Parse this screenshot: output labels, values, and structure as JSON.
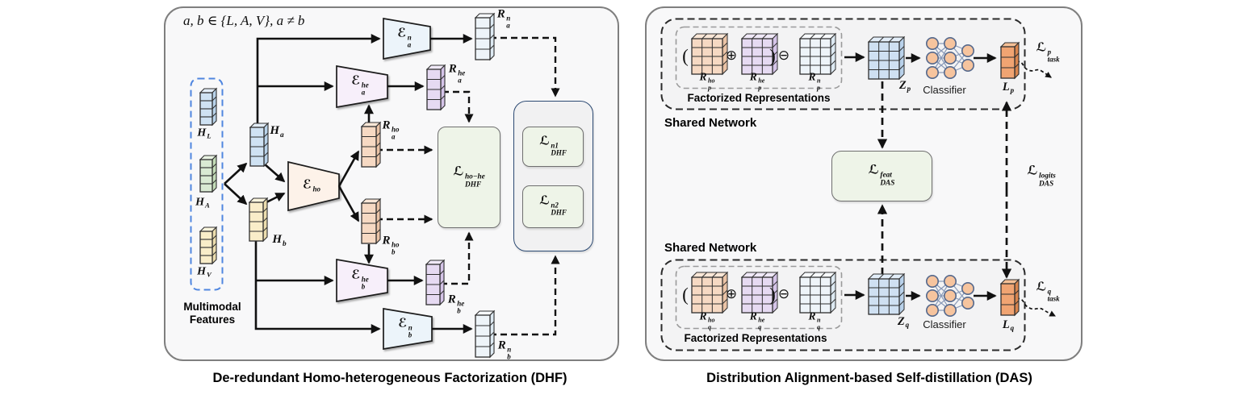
{
  "figure": {
    "dhf": {
      "caption": "De-redundant Homo-heterogeneous Factorization (DHF)",
      "formula": "a, b ∈ {L, A, V}, a ≠ b",
      "multimodal_line1": "Multimodal",
      "multimodal_line2": "Features"
    },
    "das": {
      "caption": "Distribution Alignment-based Self-distillation (DAS)",
      "shared_network": "Shared Network",
      "factorized": "Factorized Representations",
      "classifier": "Classifier",
      "paren_open": "(",
      "paren_close": ")",
      "oplus": "⊕",
      "ominus": "⊖"
    },
    "math": {
      "hL": {
        "base": "H",
        "sub": "L"
      },
      "hA": {
        "base": "H",
        "sub": "A"
      },
      "hV": {
        "base": "H",
        "sub": "V"
      },
      "ha": {
        "base": "H",
        "sub": "a"
      },
      "hb": {
        "base": "H",
        "sub": "b"
      },
      "ean": {
        "base": "ℰ",
        "sup": "n",
        "sub": "a"
      },
      "eahe": {
        "base": "ℰ",
        "sup": "he",
        "sub": "a"
      },
      "eho": {
        "base": "ℰ",
        "sup": "ho"
      },
      "ebhe": {
        "base": "ℰ",
        "sup": "he",
        "sub": "b"
      },
      "ebn": {
        "base": "ℰ",
        "sup": "n",
        "sub": "b"
      },
      "ran": {
        "base": "R",
        "sup": "n",
        "sub": "a"
      },
      "rahe": {
        "base": "R",
        "sup": "he",
        "sub": "a"
      },
      "raho": {
        "base": "R",
        "sup": "ho",
        "sub": "a"
      },
      "rbho": {
        "base": "R",
        "sup": "ho",
        "sub": "b"
      },
      "rbhe": {
        "base": "R",
        "sup": "he",
        "sub": "b"
      },
      "rbn": {
        "base": "R",
        "sup": "n",
        "sub": "b"
      },
      "ldhf_hohe": {
        "base": "ℒ",
        "sup": "ho−he",
        "sub": "DHF"
      },
      "ldhf_n1": {
        "base": "ℒ",
        "sup": "n1",
        "sub": "DHF"
      },
      "ldhf_n2": {
        "base": "ℒ",
        "sup": "n2",
        "sub": "DHF"
      },
      "rpho": {
        "base": "R",
        "sup": "ho",
        "sub": "p"
      },
      "rphe": {
        "base": "R",
        "sup": "he",
        "sub": "p"
      },
      "rpn": {
        "base": "R",
        "sup": "n",
        "sub": "p"
      },
      "rqho": {
        "base": "R",
        "sup": "ho",
        "sub": "q"
      },
      "rqhe": {
        "base": "R",
        "sup": "he",
        "sub": "q"
      },
      "rqn": {
        "base": "R",
        "sup": "n",
        "sub": "q"
      },
      "zp": {
        "base": "Z",
        "sub": "p"
      },
      "zq": {
        "base": "Z",
        "sub": "q"
      },
      "lp": {
        "base": "L",
        "sub": "p"
      },
      "lq": {
        "base": "L",
        "sub": "q"
      },
      "ltask_p": {
        "base": "ℒ",
        "sup": "p",
        "sub": "task"
      },
      "ltask_q": {
        "base": "ℒ",
        "sup": "q",
        "sub": "task"
      },
      "ldas_feat": {
        "base": "ℒ",
        "sup": "feat",
        "sub": "DAS"
      },
      "ldas_logits": {
        "base": "ℒ",
        "sup": "logits",
        "sub": "DAS"
      }
    },
    "colors": {
      "ink": "#111111",
      "panel_bg": "#f8f8f9",
      "panel_border": "#7f7f7f",
      "green_box": "#eef4e8",
      "navy_border": "#2c4a73",
      "blue_dashed": "#4f86e0",
      "shared_fill": "#f3f3f4",
      "shared_border": "#2a2a2a",
      "fact_border": "#9a9a9a",
      "trap_n": "#ecf4fa",
      "trap_he": "#f7effa",
      "trap_ho": "#fdf2e9",
      "node_fill": "#f6c49e",
      "node_stroke": "#54688c",
      "edge": "#8a9ab8",
      "stacks": {
        "blue": {
          "f": "#cfe2f3",
          "t": "#e4eef8",
          "s": "#b9d3ea"
        },
        "green": {
          "f": "#d9ead3",
          "t": "#e9f4e3",
          "s": "#c3dcb8"
        },
        "cream": {
          "f": "#f9edc9",
          "t": "#fcf5de",
          "s": "#ecddae"
        },
        "peach": {
          "f": "#f6d9c3",
          "t": "#fae7d7",
          "s": "#eac3a6"
        },
        "purple": {
          "f": "#e6daf2",
          "t": "#f0e9f8",
          "s": "#d5c4e8"
        },
        "pale": {
          "f": "#eef4f9",
          "t": "#f7fafd",
          "s": "#dde9f2"
        },
        "orange": {
          "f": "#f0a472",
          "t": "#f5c096",
          "s": "#d9854e"
        },
        "zblue": {
          "f": "#cfe0f2",
          "t": "#e2edf8",
          "s": "#b8d1ea"
        }
      }
    }
  }
}
